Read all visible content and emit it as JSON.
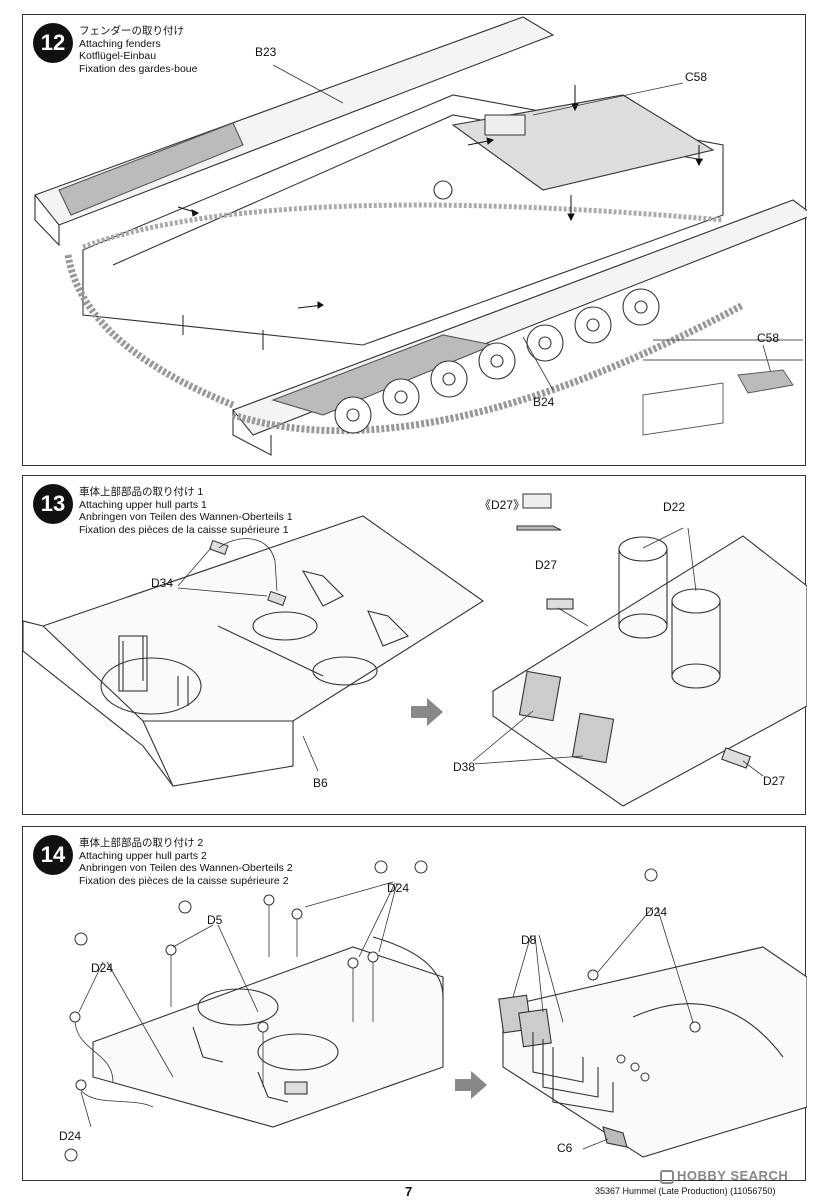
{
  "steps": [
    {
      "number": "12",
      "titles": [
        "フェンダーの取り付け",
        "Attaching fenders",
        "Kotflügel-Einbau",
        "Fixation des gardes-boue"
      ],
      "part_labels": [
        "B23",
        "C58",
        "C58",
        "B24"
      ]
    },
    {
      "number": "13",
      "titles": [
        "車体上部部品の取り付け 1",
        "Attaching upper hull parts 1",
        "Anbringen von Teilen des Wannen-Oberteils 1",
        "Fixation des pièces de la caisse supérieure 1"
      ],
      "part_labels": [
        "D34",
        "B6",
        "《D27》",
        "D22",
        "D27",
        "D38",
        "D27"
      ]
    },
    {
      "number": "14",
      "titles": [
        "車体上部部品の取り付け 2",
        "Attaching upper hull parts 2",
        "Anbringen von Teilen des Wannen-Oberteils 2",
        "Fixation des pièces de la caisse supérieure 2"
      ],
      "part_labels": [
        "D24",
        "D5",
        "D24",
        "D24",
        "D24",
        "D8",
        "C6"
      ]
    }
  ],
  "footer": {
    "page_number": "7",
    "code": "35367  Hummel (Late Production) (11056750)"
  },
  "watermark": "HOBBY SEARCH"
}
